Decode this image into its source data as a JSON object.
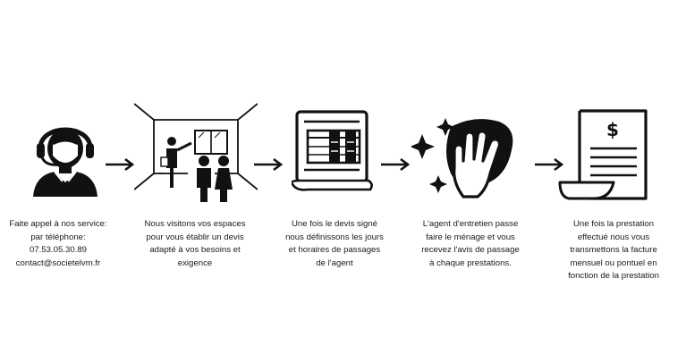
{
  "steps": [
    {
      "icon": "call-center-agent-icon",
      "lines": [
        "Faite appel à nos service:",
        "par téléphone:",
        "07.53.05.30.89",
        "contact@societelvm.fr"
      ]
    },
    {
      "icon": "room-visit-icon",
      "lines": [
        "Nous visitons vos espaces",
        "pour vous établir un devis",
        "adapté à vos besoins et",
        "exigence"
      ]
    },
    {
      "icon": "quote-document-icon",
      "lines": [
        "Une fois le devis signé",
        "nous définissons les jours",
        "et horaires de passages",
        "de l'agent"
      ]
    },
    {
      "icon": "cleaning-hand-icon",
      "lines": [
        "L'agent d'entretien passe",
        "faire le ménage et vous",
        "recevez l'avis de passage",
        "à chaque prestations."
      ]
    },
    {
      "icon": "invoice-icon",
      "lines": [
        "Une fois la prestation",
        "effectué nous vous",
        "transmettons la facture",
        "mensuel ou pontuel en",
        "fonction de la prestation"
      ]
    }
  ],
  "colors": {
    "ink": "#111111",
    "background": "#ffffff"
  }
}
